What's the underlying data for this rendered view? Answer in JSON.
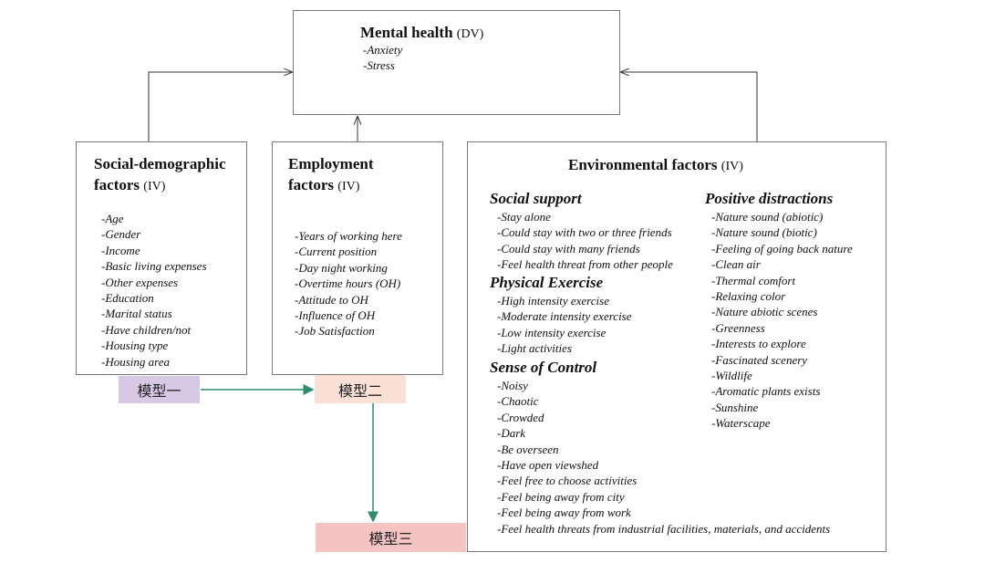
{
  "dv": {
    "title": "Mental health",
    "tag": "(DV)",
    "items": [
      "-Anxiety",
      "-Stress"
    ]
  },
  "social": {
    "title_line1": "Social-demographic",
    "title_line2": "factors",
    "tag": "(IV)",
    "items": [
      "-Age",
      "-Gender",
      "-Income",
      "-Basic living expenses",
      "-Other expenses",
      "-Education",
      "-Marital status",
      "-Have children/not",
      "-Housing type",
      "-Housing area"
    ]
  },
  "employment": {
    "title_line1": "Employment",
    "title_line2": "factors",
    "tag": "(IV)",
    "items": [
      "-Years of working here",
      "-Current position",
      "-Day night working",
      "-Overtime hours (OH)",
      "-Attitude to OH",
      "-Influence of OH",
      "-Job Satisfaction"
    ]
  },
  "environmental": {
    "title": "Environmental factors",
    "tag": "(IV)",
    "social_support": {
      "title": "Social support",
      "items": [
        "-Stay alone",
        "-Could stay with two or three friends",
        "-Could stay with many friends",
        "-Feel health threat from other people"
      ]
    },
    "physical_exercise": {
      "title": "Physical Exercise",
      "items": [
        "-High intensity exercise",
        "-Moderate intensity exercise",
        "-Low intensity exercise",
        "-Light activities"
      ]
    },
    "sense_of_control": {
      "title": "Sense of Control",
      "items": [
        "-Noisy",
        "-Chaotic",
        "-Crowded",
        "-Dark",
        "-Be overseen",
        "-Have open viewshed",
        "-Feel free to choose activities",
        "-Feel being away from city",
        "-Feel being away from work",
        "-Feel health threats from industrial facilities, materials, and accidents"
      ]
    },
    "positive_distractions": {
      "title": "Positive distractions",
      "items": [
        "-Nature sound (abiotic)",
        "-Nature sound (biotic)",
        "-Feeling of going back nature",
        "-Clean air",
        "-Thermal comfort",
        "-Relaxing color",
        "-Nature abiotic scenes",
        "-Greenness",
        "-Interests to explore",
        "-Fascinated scenery",
        "-Wildlife",
        "-Aromatic plants exists",
        "-Sunshine",
        "-Waterscape"
      ]
    }
  },
  "models": {
    "m1": {
      "label": "模型一",
      "color": "#d7c8e6"
    },
    "m2": {
      "label": "模型二",
      "color": "#fbe1d5"
    },
    "m3": {
      "label": "模型三",
      "color": "#f6c3c3"
    }
  },
  "colors": {
    "connector": "#333333",
    "model_arrow": "#2e8b6e"
  }
}
